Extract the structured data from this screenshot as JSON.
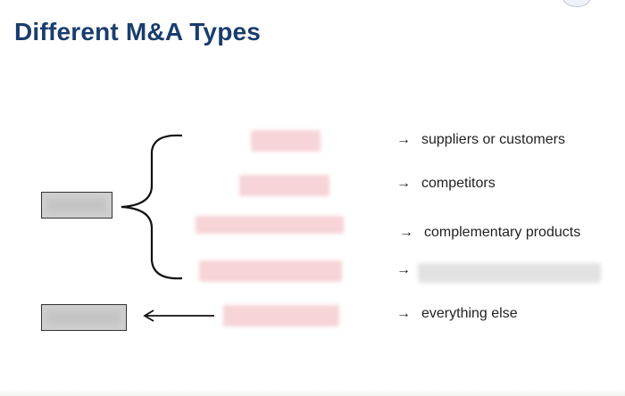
{
  "slide": {
    "title": "Different M&A Types",
    "rows": [
      {
        "arrow": "→",
        "label": "suppliers or customers"
      },
      {
        "arrow": "→",
        "label": "competitors"
      },
      {
        "arrow": "→",
        "label": "complementary products"
      },
      {
        "arrow": "→",
        "label": ""
      },
      {
        "arrow": "→",
        "label": "everything else"
      }
    ]
  },
  "colors": {
    "title": "#1a3d6e",
    "redacted_pink": "#f7d4d8",
    "redacted_gray": "#cfcfcf"
  }
}
